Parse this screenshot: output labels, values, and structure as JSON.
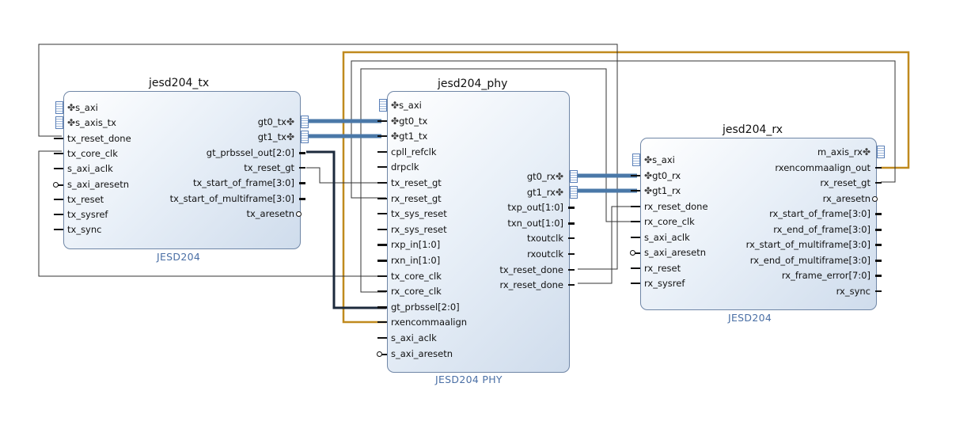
{
  "blocks": {
    "tx": {
      "title": "jesd204_tx",
      "subtitle": "JESD204",
      "left_ports": [
        "s_axi",
        "s_axis_tx",
        "tx_reset_done",
        "tx_core_clk",
        "s_axi_aclk",
        "s_axi_aresetn",
        "tx_reset",
        "tx_sysref",
        "tx_sync"
      ],
      "right_ports": [
        "gt0_tx",
        "gt1_tx",
        "gt_prbssel_out[2:0]",
        "tx_reset_gt",
        "tx_start_of_frame[3:0]",
        "tx_start_of_multiframe[3:0]",
        "tx_aresetn"
      ]
    },
    "phy": {
      "title": "jesd204_phy",
      "subtitle": "JESD204 PHY",
      "left_ports": [
        "s_axi",
        "gt0_tx",
        "gt1_tx",
        "cpll_refclk",
        "drpclk",
        "tx_reset_gt",
        "rx_reset_gt",
        "tx_sys_reset",
        "rx_sys_reset",
        "rxp_in[1:0]",
        "rxn_in[1:0]",
        "tx_core_clk",
        "rx_core_clk",
        "gt_prbssel[2:0]",
        "rxencommaalign",
        "s_axi_aclk",
        "s_axi_aresetn"
      ],
      "right_ports": [
        "gt0_rx",
        "gt1_rx",
        "txp_out[1:0]",
        "txn_out[1:0]",
        "txoutclk",
        "rxoutclk",
        "tx_reset_done",
        "rx_reset_done"
      ]
    },
    "rx": {
      "title": "jesd204_rx",
      "subtitle": "JESD204",
      "left_ports": [
        "s_axi",
        "gt0_rx",
        "gt1_rx",
        "rx_reset_done",
        "rx_core_clk",
        "s_axi_aclk",
        "s_axi_aresetn",
        "rx_reset",
        "rx_sysref"
      ],
      "right_ports": [
        "m_axis_rx",
        "rxencommaalign_out",
        "rx_reset_gt",
        "rx_aresetn",
        "rx_start_of_frame[3:0]",
        "rx_end_of_frame[3:0]",
        "rx_start_of_multiframe[3:0]",
        "rx_end_of_multiframe[3:0]",
        "rx_frame_error[7:0]",
        "rx_sync"
      ]
    }
  },
  "colors": {
    "highlight_net": "#c08a1e",
    "bus_net": "#4a78a8",
    "net": "#111111",
    "subtitle": "#4a6fa5",
    "block_border": "#6f86a6"
  }
}
